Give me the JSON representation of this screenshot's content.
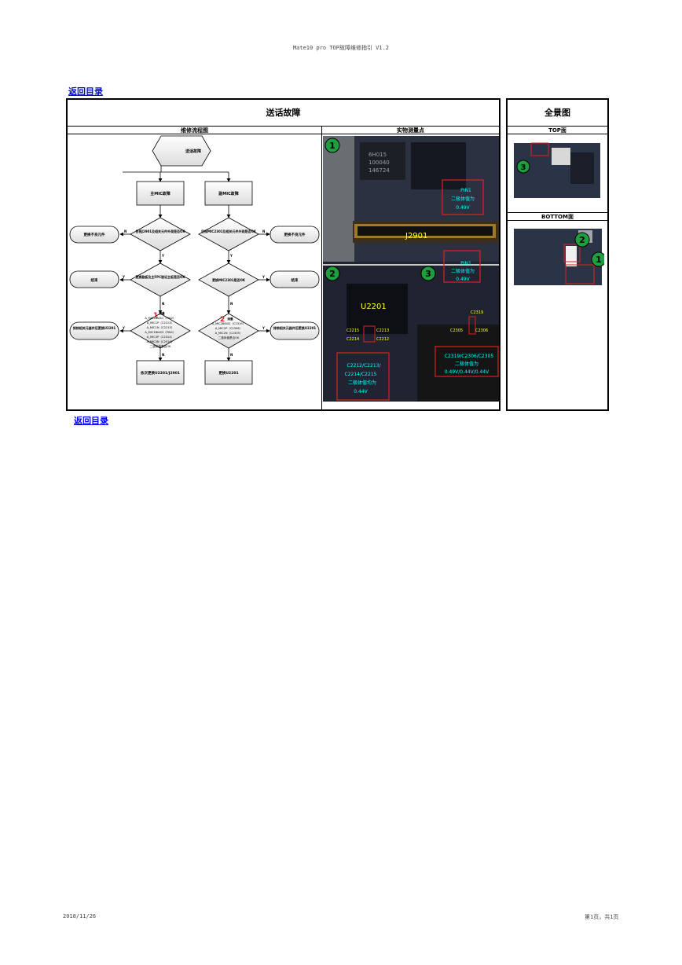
{
  "header": {
    "title": "Mate10 pro TOP故障维修指引 V1.2"
  },
  "nav": {
    "back_top": "返回目录",
    "back_bottom": "返回目录"
  },
  "main": {
    "title": "送话故障",
    "flow_header": "维修流程图",
    "photo_header": "实物测量点"
  },
  "panorama": {
    "title": "全景图",
    "top_label": "TOP面",
    "bottom_label": "BOTTOM面"
  },
  "flow": {
    "start": "送话故障",
    "main_mic": "主MIC故障",
    "sub_mic": "副MIC故障",
    "check_j2901": "目视J2901及相关元件外观是否OK",
    "check_mic2301": "目视MIC2301及相关元件外观是否OK",
    "replace_bad_l": "更换不良元件",
    "replace_bad_r": "更换不良元件",
    "swap_board": "更换副板及主FPC验证主板是否OK",
    "swap_mic": "更换MIC2301是否OK",
    "end_l": "结束",
    "end_r": "结束",
    "measure_l_1": "测量",
    "measure_l_2": "A_MIC1BIAS1（PIN2）",
    "measure_l_3": "A_MIC1P（C2213）",
    "measure_l_4": "A_MIC1N（C2215）",
    "measure_l_5": "A_MIC1BIAS3（PIN1）",
    "measure_l_6": "A_MIC3P（C2314）",
    "measure_l_7": "A_MIC3N（C2316）",
    "measure_l_8": "二极体值是否OK",
    "measure_r_1": "测量",
    "measure_r_2": "A_MIC2BIAS2（C2319）",
    "measure_r_3": "A_MIC2P（C2306）",
    "measure_r_4": "A_MIC2N（C2305）",
    "measure_r_5": "二极体值是否OK",
    "reflow_l": "排除相关元器件后更换U2201",
    "reflow_r": "排除相关元器件后更换U2201",
    "final_l": "依次更换U2201/J2901",
    "final_r": "更换U2201",
    "yes": "Y",
    "no": "N",
    "step1": "1",
    "step2": "2"
  },
  "photo": {
    "badge1": "1",
    "badge2": "2",
    "badge3": "3",
    "chip_top_1": "6H015",
    "chip_top_2": "100040",
    "chip_top_3": "146724",
    "connector": "J2901",
    "ic": "U2201",
    "note1_1": "PIN1",
    "note1_2": "二极体值为",
    "note1_3": "0.49V",
    "note3_1": "PIN1",
    "note3_2": "二极体值为",
    "note3_3": "0.49V",
    "note2a_1": "C2212/C2213/",
    "note2a_2": "C2214/C2215",
    "note2a_3": "二极体值均为",
    "note2a_4": "0.44V",
    "note2b_1": "C2319/C2306/C2305",
    "note2b_2": "二极体值为",
    "note2b_3": "0.49V/0.44V/0.44V",
    "c2215": "C2215",
    "c2213": "C2213",
    "c2214": "C2214",
    "c2212": "C2212",
    "c2319": "C2319",
    "c2305": "C2305",
    "c2306": "C2306"
  },
  "pano_badges": {
    "top": "3",
    "bottom_a": "2",
    "bottom_b": "1"
  },
  "footer": {
    "date": "2018/11/26",
    "page": "第1页，共1页"
  },
  "colors": {
    "link": "#0000ee",
    "badge": "#1f9e3f",
    "note": "#00ffff",
    "label": "#ffff33",
    "frame": "#e02020"
  }
}
